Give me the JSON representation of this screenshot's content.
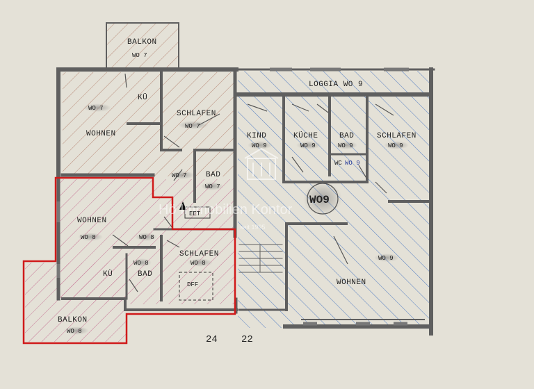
{
  "colors": {
    "paper": "#e9e6dd",
    "wall": "#5f5f5f",
    "hatch_brown": "#b88a78",
    "hatch_blue": "#5f86c5",
    "hatch_pink": "#c87a98",
    "highlight_red": "#d01a1a"
  },
  "rooms": {
    "balkon_wo7": "BALKON",
    "balkon_wo7_unit": "WO 7",
    "kueche_wo7": "KÜ",
    "wohnen_wo7_unit": "WO 7",
    "wohnen_wo7": "WOHNEN",
    "schlafen_wo7": "SCHLAFEN",
    "schlafen_wo7_unit": "WO 7",
    "flur_wo7_unit": "WO 7",
    "bad_wo7": "BAD",
    "bad_wo7_unit": "WO 7",
    "loggia_wo9": "LOGGIA  WO 9",
    "kind_wo9": "KIND",
    "kind_wo9_unit": "WO 9",
    "kueche_wo9": "KÜCHE",
    "kueche_wo9_unit": "WO 9",
    "bad_wo9": "BAD",
    "bad_wo9_unit": "WO 9",
    "wc_wo9": "WC",
    "wc_wo9_unit": "WO 9",
    "schlafen_wo9": "SCHLAFEN",
    "schlafen_wo9_unit": "WO 9",
    "wo9_circle": "WO9",
    "wohnen_wo9_unit": "WO 9",
    "wohnen_wo9": "WOHNEN",
    "wohnen_wo8": "WOHNEN",
    "wohnen_wo8_unit": "WO 8",
    "flur_wo8_unit": "WO 8",
    "kueche_wo8": "KÜ",
    "bad_wo8_unit": "WO 8",
    "bad_wo8": "BAD",
    "schlafen_wo8": "SCHLAFEN",
    "schlafen_wo8_unit": "WO 8",
    "dff": "DFF",
    "balkon_wo8": "BALKON",
    "balkon_wo8_unit": "WO 8",
    "elevator": "EET"
  },
  "house_numbers": [
    "24",
    "22"
  ],
  "watermark": {
    "text": "Hö Immobilien Kontor",
    "sub": "seit 1995"
  },
  "icons": [
    "building-logo-icon",
    "north-arrow-icon"
  ]
}
